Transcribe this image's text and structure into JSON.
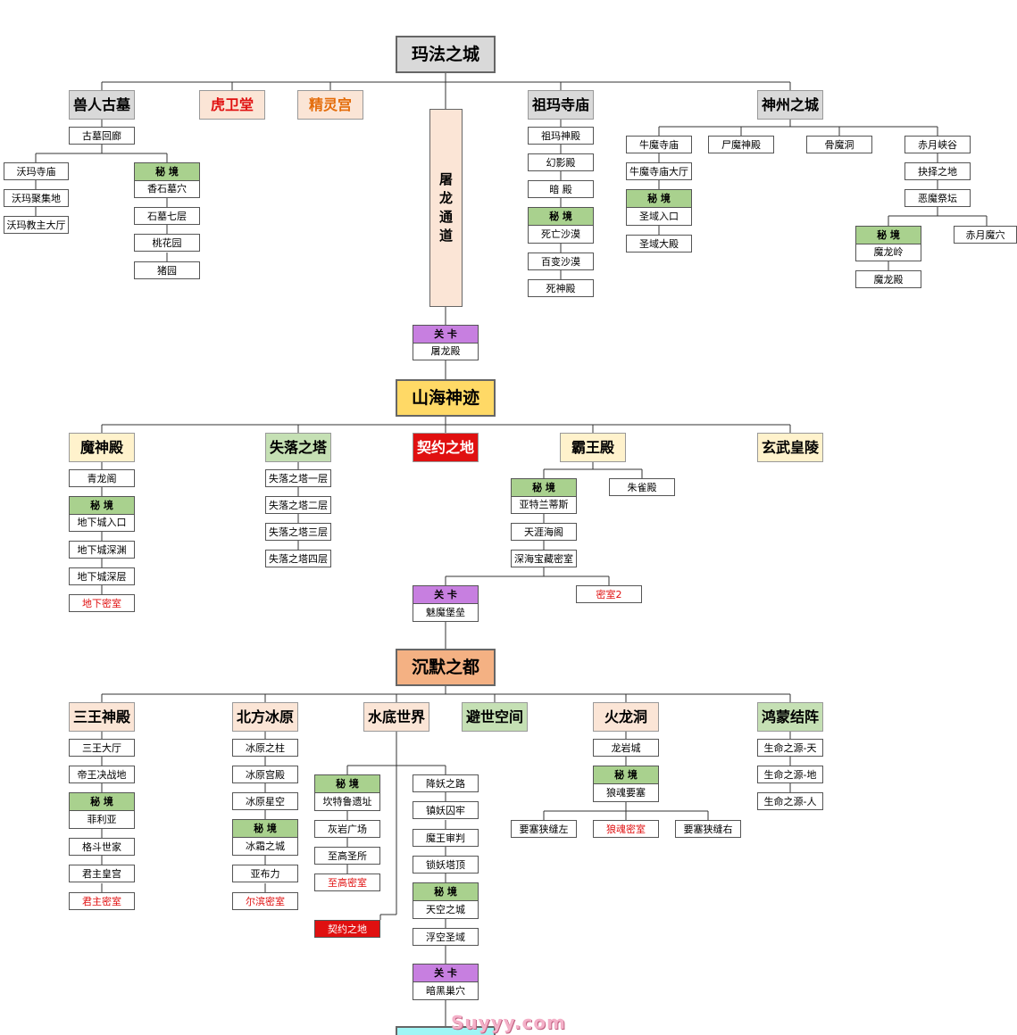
{
  "colors": {
    "grey": "#d9d9d9",
    "peach": "#fbe5d6",
    "cream": "#fff2cc",
    "yellow": "#ffd966",
    "orange": "#f4b183",
    "green": "#a9d18e",
    "red": "#e01010",
    "purple": "#c77fe0",
    "cyan": "#9ff5f5"
  },
  "tags": {
    "secret": "秘 境",
    "gate": "关 卡"
  },
  "region1": {
    "title": "玛法之城",
    "tomb": {
      "name": "兽人古墓",
      "corridor": "古墓回廊",
      "left": [
        "沃玛寺庙",
        "沃玛聚集地",
        "沃玛教主大厅"
      ],
      "secret": "香石墓穴",
      "right": [
        "石墓七层",
        "桃花园",
        "猪园"
      ]
    },
    "tiger": "虎卫堂",
    "elf": "精灵宫",
    "passage": [
      "屠",
      "龙",
      "通",
      "道"
    ],
    "temple": {
      "name": "祖玛寺庙",
      "items1": [
        "祖玛神殿",
        "幻影殿",
        "暗 殿"
      ],
      "secret": "死亡沙漠",
      "items2": [
        "百变沙漠",
        "死神殿"
      ]
    },
    "shenzhou": {
      "name": "神州之城",
      "bull": "牛魔寺庙",
      "bullHall": "牛魔寺庙大厅",
      "bullSecret": "圣域入口",
      "bullEnd": "圣域大殿",
      "corpse": "尸魔神殿",
      "bone": "骨魔洞",
      "moon": "赤月峡谷",
      "moon1": "抉择之地",
      "moon2": "恶魔祭坛",
      "moonSecret": "魔龙岭",
      "moonSecretEnd": "魔龙殿",
      "moonCave": "赤月魔穴"
    },
    "gate": "屠龙殿"
  },
  "region2": {
    "title": "山海神迹",
    "demon": {
      "name": "魔神殿",
      "first": "青龙阁",
      "secret": "地下城入口",
      "items": [
        "地下城深渊",
        "地下城深层"
      ],
      "vault": "地下密室"
    },
    "tower": {
      "name": "失落之塔",
      "items": [
        "失落之塔一层",
        "失落之塔二层",
        "失落之塔三层",
        "失落之塔四层"
      ]
    },
    "contract": "契约之地",
    "overlord": {
      "name": "霸王殿",
      "secret": "亚特兰蒂斯",
      "side": "朱雀殿",
      "items": [
        "天涯海阁",
        "深海宝藏密室"
      ],
      "vault": "密室2"
    },
    "xuanwu": "玄武皇陵",
    "gate": "魅魔堡垒"
  },
  "region3": {
    "title": "沉默之都",
    "three": {
      "name": "三王神殿",
      "items": [
        "三王大厅",
        "帝王决战地"
      ],
      "secret": "菲利亚",
      "items2": [
        "格斗世家",
        "君主皇宫"
      ],
      "vault": "君主密室"
    },
    "north": {
      "name": "北方冰原",
      "items": [
        "冰原之柱",
        "冰原宫殿",
        "冰原星空"
      ],
      "secret": "冰霜之城",
      "items2": [
        "亚布力"
      ],
      "vault": "尔滨密室"
    },
    "water": {
      "name": "水底世界",
      "secret": "坎特鲁遗址",
      "left": [
        "灰岩广场",
        "至高圣所"
      ],
      "leftVault": "至高密室",
      "contract": "契约之地",
      "right": [
        "降妖之路",
        "镇妖囚牢",
        "魔王审判",
        "锁妖塔顶"
      ],
      "rightSecret": "天空之城",
      "rightEnd": "浮空圣域",
      "gate": "暗黑巢穴"
    },
    "avoid": "避世空间",
    "fire": {
      "name": "火龙洞",
      "first": "龙岩城",
      "secret": "狼魂要塞",
      "branches": [
        "要塞狭缝左",
        "狼魂密室",
        "要塞狭缝右"
      ]
    },
    "hongmeng": {
      "name": "鸿蒙结阵",
      "items": [
        "生命之源-天",
        "生命之源-地",
        "生命之源-人"
      ]
    }
  },
  "watermark": "Suyyy.com"
}
